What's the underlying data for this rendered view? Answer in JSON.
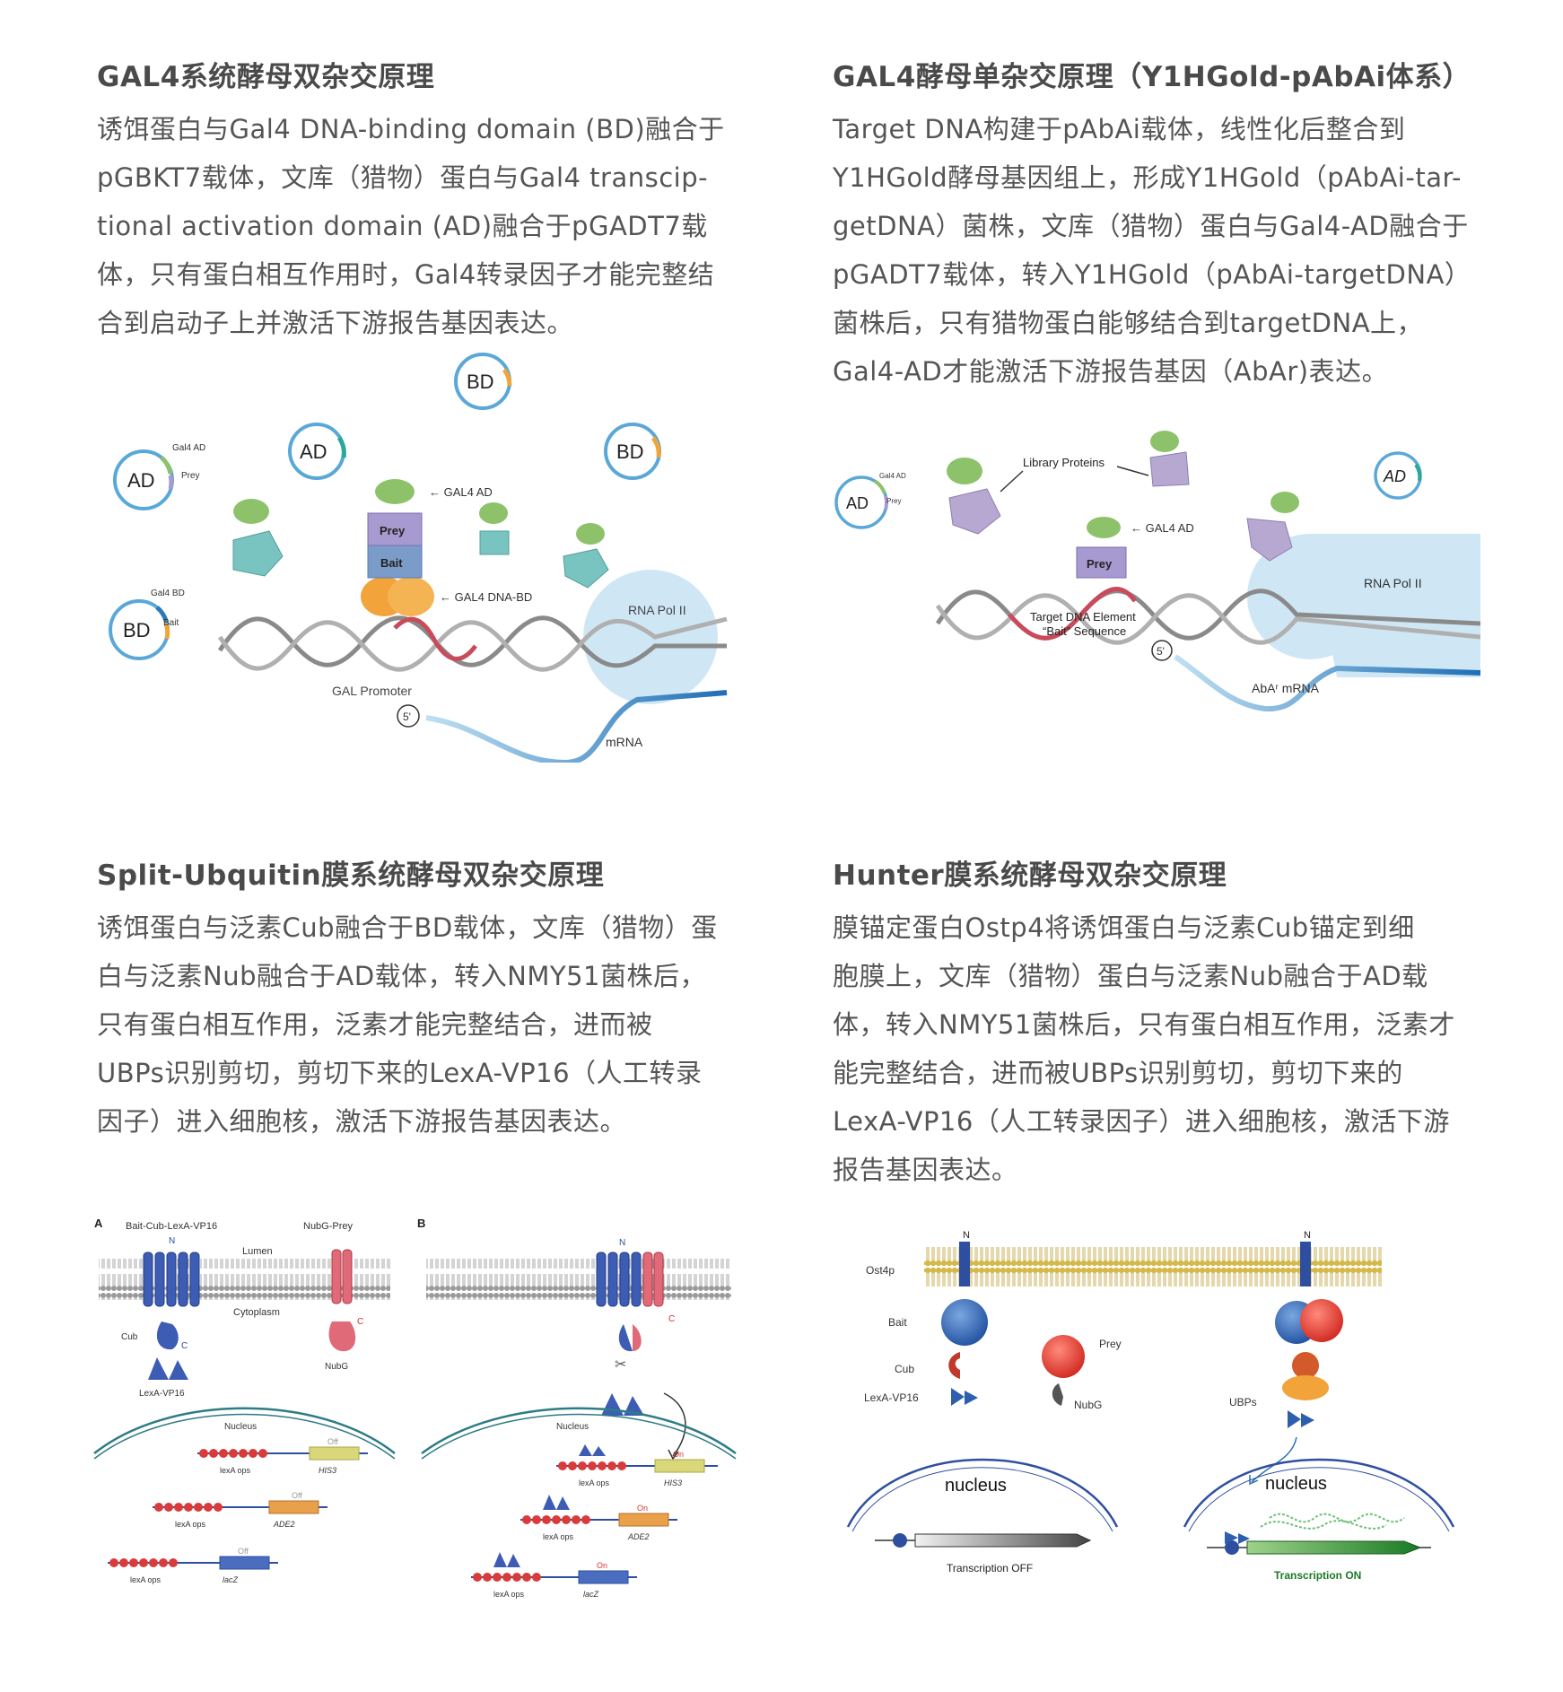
{
  "sections": [
    {
      "title": "GAL4系统酵母双杂交原理",
      "lines": [
        "诱饵蛋白与Gal4 DNA-binding domain (BD)融合于",
        "pGBKT7载体，文库（猎物）蛋白与Gal4 transcip-",
        "tional activation domain (AD)融合于pGADT7载",
        "体，只有蛋白相互作用时，Gal4转录因子才能完整结",
        "合到启动子上并激活下游报告基因表达。"
      ]
    },
    {
      "title": "GAL4酵母单杂交原理（Y1HGold-pAbAi体系）",
      "lines": [
        "Target DNA构建于pAbAi载体，线性化后整合到",
        "Y1HGold酵母基因组上，形成Y1HGold（pAbAi-tar-",
        "getDNA）菌株，文库（猎物）蛋白与Gal4-AD融合于",
        "pGADT7载体，转入Y1HGold（pAbAi-targetDNA）",
        "菌株后，只有猎物蛋白能够结合到targetDNA上，",
        "Gal4-AD才能激活下游报告基因（AbAr)表达。"
      ]
    },
    {
      "title": "Split-Ubquitin膜系统酵母双杂交原理",
      "lines": [
        "诱饵蛋白与泛素Cub融合于BD载体，文库（猎物）蛋",
        "白与泛素Nub融合于AD载体，转入NMY51菌株后，",
        "只有蛋白相互作用，泛素才能完整结合，进而被",
        "UBPs识别剪切，剪切下来的LexA-VP16（人工转录",
        "因子）进入细胞核，激活下游报告基因表达。"
      ]
    },
    {
      "title": "Hunter膜系统酵母双杂交原理",
      "lines": [
        "膜锚定蛋白Ostp4将诱饵蛋白与泛素Cub锚定到细",
        "胞膜上，文库（猎物）蛋白与泛素Nub融合于AD载",
        "体，转入NMY51菌株后，只有蛋白相互作用，泛素才",
        "能完整结合，进而被UBPs识别剪切，剪切下来的",
        "LexA-VP16（人工转录因子）进入细胞核，激活下游",
        "报告基因表达。"
      ]
    }
  ],
  "fig1": {
    "plasmid_ad": "AD",
    "plasmid_bd": "BD",
    "lbl_gal4ad_small": "Gal4 AD",
    "lbl_prey_small": "Prey",
    "lbl_gal4bd_small": "Gal4 BD",
    "lbl_bait_small": "Bait",
    "prey": "Prey",
    "bait": "Bait",
    "gal4_ad": "← GAL4 AD",
    "gal4_dna_bd": "← GAL4 DNA-BD",
    "gal_promoter": "GAL Promoter",
    "rna_pol": "RNA Pol II",
    "five_prime": "5'",
    "mrna": "mRNA"
  },
  "fig2": {
    "plasmid_ad": "AD",
    "lbl_gal4ad_small": "Gal4 AD",
    "lbl_prey_small": "Prey",
    "library_proteins": "Library Proteins",
    "gal4_ad": "← GAL4 AD",
    "prey": "Prey",
    "target_line1": "Target DNA Element",
    "target_line2": "“Bait” Sequence",
    "rna_pol": "RNA Pol II",
    "five_prime": "5'",
    "abar_mrna": "AbAʳ mRNA"
  },
  "fig3": {
    "panel_a": "A",
    "panel_b": "B",
    "bait_cub": "Bait-Cub-LexA-VP16",
    "nubg_prey": "NubG-Prey",
    "lumen": "Lumen",
    "cytoplasm": "Cytoplasm",
    "n": "N",
    "c": "C",
    "cub": "Cub",
    "nubg": "NubG",
    "lexa_vp16": "LexA-VP16",
    "nucleus": "Nucleus",
    "off": "Off",
    "on": "On",
    "lexa_ops": "lexA ops",
    "his3": "HIS3",
    "ade2": "ADE2",
    "lacz": "lacZ"
  },
  "fig4": {
    "n": "N",
    "ost4p": "Ost4p",
    "bait": "Bait",
    "cub": "Cub",
    "lexa_vp16": "LexA-VP16",
    "prey": "Prey",
    "nubg": "NubG",
    "ubps": "UBPs",
    "nucleus": "nucleus",
    "transcription_off": "Transcription OFF",
    "transcription_on": "Transcription ON"
  }
}
